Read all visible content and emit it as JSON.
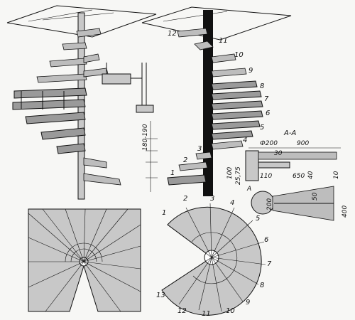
{
  "drawing_labels": {
    "step_numbers_right_elevation": [
      "1",
      "2",
      "3",
      "4",
      "5",
      "6",
      "7",
      "8",
      "9",
      "10",
      "11",
      "12"
    ],
    "step_numbers_plan": [
      "1",
      "2",
      "3",
      "4",
      "5",
      "6",
      "7",
      "8",
      "9",
      "10",
      "11",
      "12",
      "13"
    ],
    "section_title": "A-A",
    "dim_height": "180-190",
    "dim_diameter": "Ф200",
    "dim_width": "900",
    "dim_650": "650",
    "dim_30": "30",
    "dim_110": "110",
    "dim_100": "100",
    "dim_25_75": "25,75",
    "dim_40": "40",
    "dim_10": "10",
    "dim_50": "50",
    "dim_200": "200",
    "dim_400": "400",
    "section_marker": "A"
  },
  "colors": {
    "ink": "#111111",
    "tread_fill": "#9a9a9a",
    "paper": "#f7f7f5"
  }
}
